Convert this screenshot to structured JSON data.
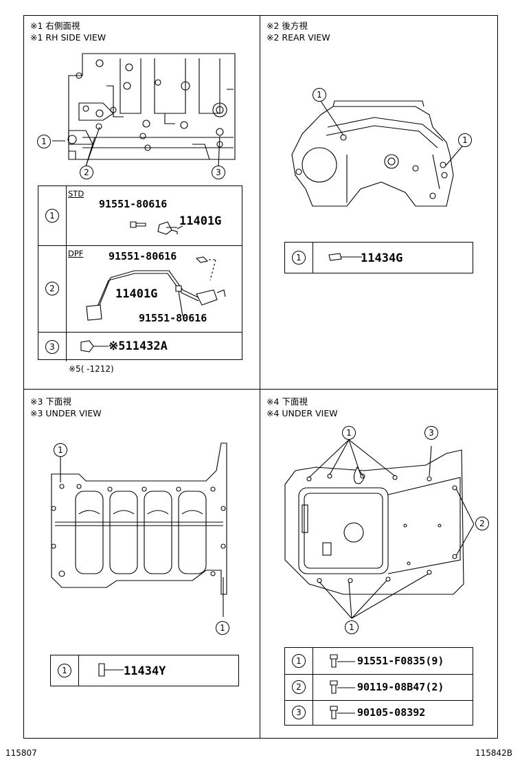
{
  "panels": {
    "rh_side": {
      "title_jp": "※1 右側面視",
      "title_en": "※1 RH SIDE VIEW",
      "callouts": [
        "1",
        "2",
        "3"
      ],
      "rows": [
        {
          "index": "1",
          "tag": "STD",
          "parts": [
            "91551-80616",
            "11401G"
          ]
        },
        {
          "index": "2",
          "tag": "DPF",
          "parts": [
            "91551-80616",
            "11401G",
            "91551-80616"
          ]
        },
        {
          "index": "3",
          "parts": [
            "※511432A"
          ]
        }
      ],
      "note": "※5(      -1212)"
    },
    "rear": {
      "title_jp": "※2 後方視",
      "title_en": "※2 REAR VIEW",
      "callouts": [
        "1",
        "1"
      ],
      "rows": [
        {
          "index": "1",
          "parts": [
            "11434G"
          ]
        }
      ]
    },
    "under3": {
      "title_jp": "※3 下面視",
      "title_en": "※3 UNDER VIEW",
      "callouts": [
        "1",
        "1"
      ],
      "rows": [
        {
          "index": "1",
          "parts": [
            "11434Y"
          ]
        }
      ]
    },
    "under4": {
      "title_jp": "※4 下面視",
      "title_en": "※4 UNDER VIEW",
      "callouts": [
        "1",
        "3",
        "2",
        "1"
      ],
      "rows": [
        {
          "index": "1",
          "parts": [
            "91551-F0835(9)"
          ]
        },
        {
          "index": "2",
          "parts": [
            "90119-08B47(2)"
          ]
        },
        {
          "index": "3",
          "parts": [
            "90105-08392"
          ]
        }
      ]
    }
  },
  "footer": {
    "left": "115807",
    "right": "115842B"
  }
}
